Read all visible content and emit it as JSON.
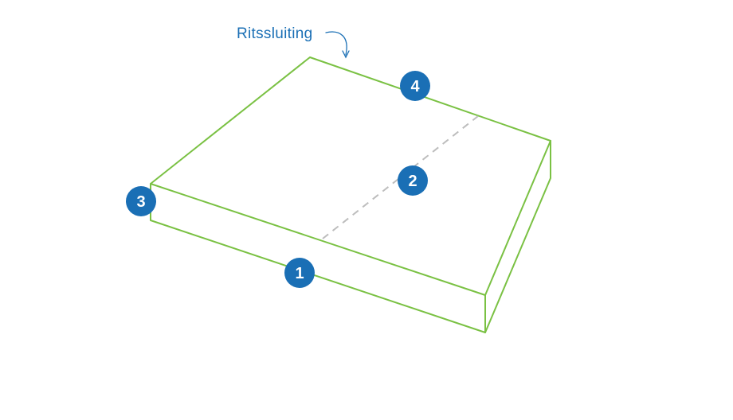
{
  "callout": {
    "label": "Ritssluiting"
  },
  "markers": [
    {
      "id": "1",
      "label": "1"
    },
    {
      "id": "2",
      "label": "2"
    },
    {
      "id": "3",
      "label": "3"
    },
    {
      "id": "4",
      "label": "4"
    }
  ],
  "colors": {
    "outline": "#7ac143",
    "divider": "#bdbdbd",
    "marker": "#1a6fb5",
    "callout": "#1a6fb5"
  }
}
